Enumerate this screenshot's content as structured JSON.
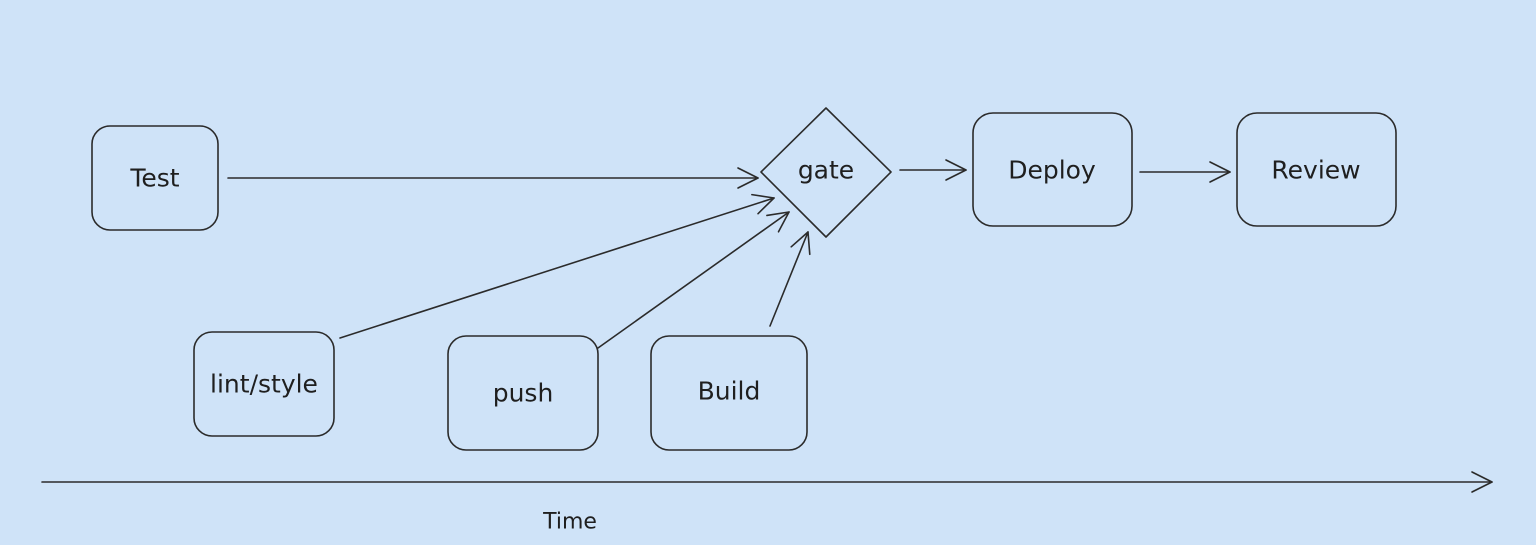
{
  "diagram": {
    "nodes": {
      "test": {
        "label": "Test"
      },
      "lint": {
        "label": "lint/style"
      },
      "push": {
        "label": "push"
      },
      "build": {
        "label": "Build"
      },
      "gate": {
        "label": "gate"
      },
      "deploy": {
        "label": "Deploy"
      },
      "review": {
        "label": "Review"
      }
    },
    "edges": [
      {
        "from": "test",
        "to": "gate"
      },
      {
        "from": "lint",
        "to": "gate"
      },
      {
        "from": "push",
        "to": "gate"
      },
      {
        "from": "build",
        "to": "gate"
      },
      {
        "from": "gate",
        "to": "deploy"
      },
      {
        "from": "deploy",
        "to": "review"
      }
    ],
    "axis": {
      "label": "Time"
    }
  },
  "colors": {
    "background": "#cfe3f8",
    "stroke": "#2b2b2b",
    "text": "#1f1f1f"
  }
}
